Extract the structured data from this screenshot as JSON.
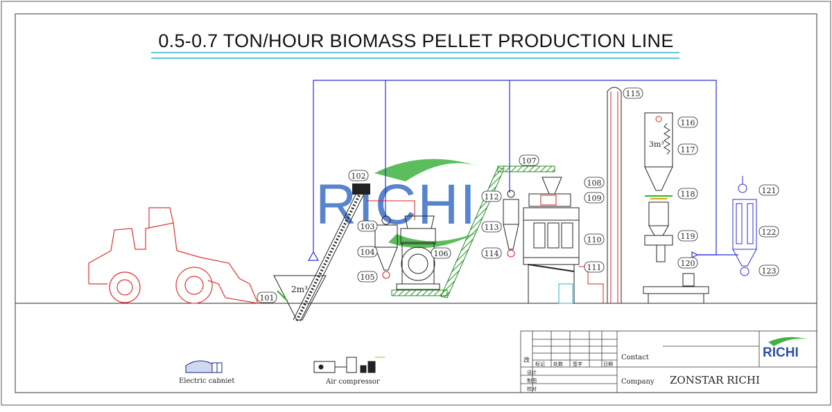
{
  "title": "0.5-0.7 TON/HOUR BIOMASS PELLET PRODUCTION LINE",
  "logo_watermark": "RICHI",
  "bins": [
    {
      "id": "small-bin",
      "label": "2m³"
    },
    {
      "id": "big-silo",
      "label": "3m³"
    }
  ],
  "callouts": [
    "101",
    "102",
    "103",
    "104",
    "105",
    "106",
    "107",
    "108",
    "109",
    "110",
    "111",
    "112",
    "113",
    "114",
    "115",
    "116",
    "117",
    "118",
    "119",
    "120",
    "121",
    "122",
    "123"
  ],
  "accessories": {
    "cabinet_label": "Electric cabniet",
    "compressor_label": "Air compressor"
  },
  "title_block": {
    "revision_mark": "改",
    "header_cells": [
      "标记",
      "处数",
      "签字",
      "日期"
    ],
    "row_labels": [
      "设计",
      "制图",
      "校对"
    ],
    "contact_label": "Contact",
    "company_label": "Company",
    "company_value": "ZONSTAR RICHI",
    "logo_text": "RICHI"
  },
  "colors": {
    "pipe_blue": "#2b2bd6",
    "loader_red": "#e53030",
    "hot_red": "#d42020",
    "conveyor_green": "#1f8a1f",
    "watermark_blue": "#3a6fc7",
    "watermark_green": "#3fb23f"
  }
}
